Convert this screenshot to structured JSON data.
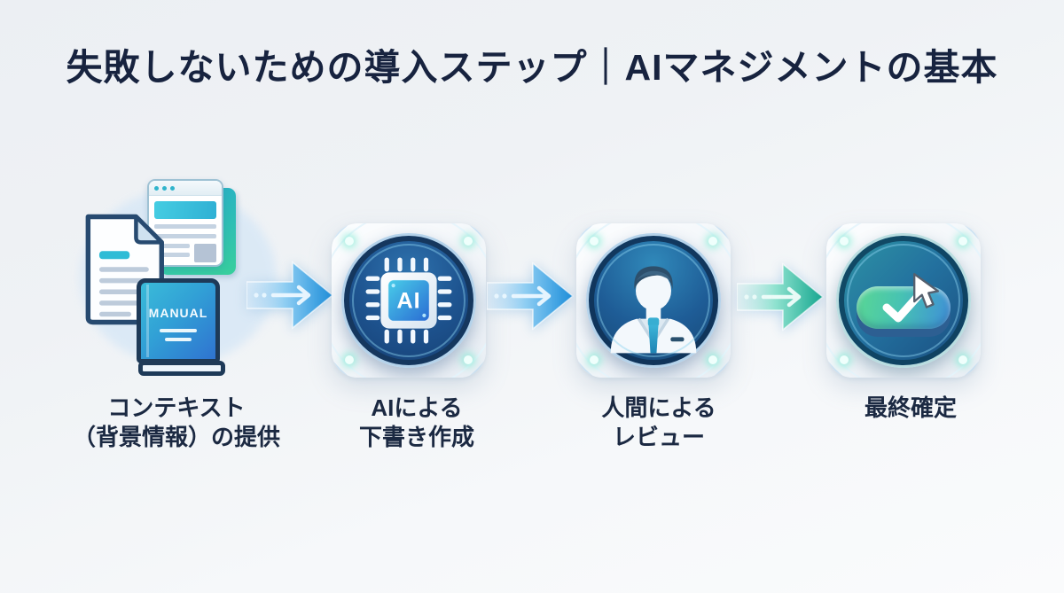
{
  "title": "失敗しないための導入ステップ｜AIマネジメントの基本",
  "steps": [
    {
      "id": "context",
      "label_line1": "コンテキスト",
      "label_line2": "（背景情報）の提供",
      "icon": "documents-manual-icon",
      "book_title": "MANUAL"
    },
    {
      "id": "ai-draft",
      "label_line1": "AIによる",
      "label_line2": "下書き作成",
      "icon": "ai-chip-icon",
      "chip_label": "AI"
    },
    {
      "id": "human-review",
      "label_line1": "人間による",
      "label_line2": "レビュー",
      "icon": "human-reviewer-icon"
    },
    {
      "id": "finalize",
      "label_line1": "最終確定",
      "label_line2": "",
      "icon": "confirm-check-cursor-icon"
    }
  ],
  "arrows": [
    {
      "id": "arrow-1",
      "icon": "flow-arrow-right-icon",
      "color": "#1b8fdc"
    },
    {
      "id": "arrow-2",
      "icon": "flow-arrow-right-icon",
      "color": "#1b8fdc"
    },
    {
      "id": "arrow-3",
      "icon": "flow-arrow-right-icon",
      "color": "#14a88f"
    }
  ],
  "colors": {
    "background_top": "#eceff3",
    "background_bottom": "#fafbfc",
    "title_text": "#17233f",
    "label_text": "#1b2942",
    "arrow_blue": "#1b8fdc",
    "arrow_teal": "#14a88f",
    "badge_navy": "#1e5490",
    "teal_accent": "#2fbcd6",
    "green_accent": "#38cf9c",
    "chip_core_from": "#49cde9",
    "chip_core_to": "#2a6bd3",
    "pill_green": "#5ad793",
    "pill_blue": "#3f8ed8",
    "tie_blue": "#37aed2"
  }
}
